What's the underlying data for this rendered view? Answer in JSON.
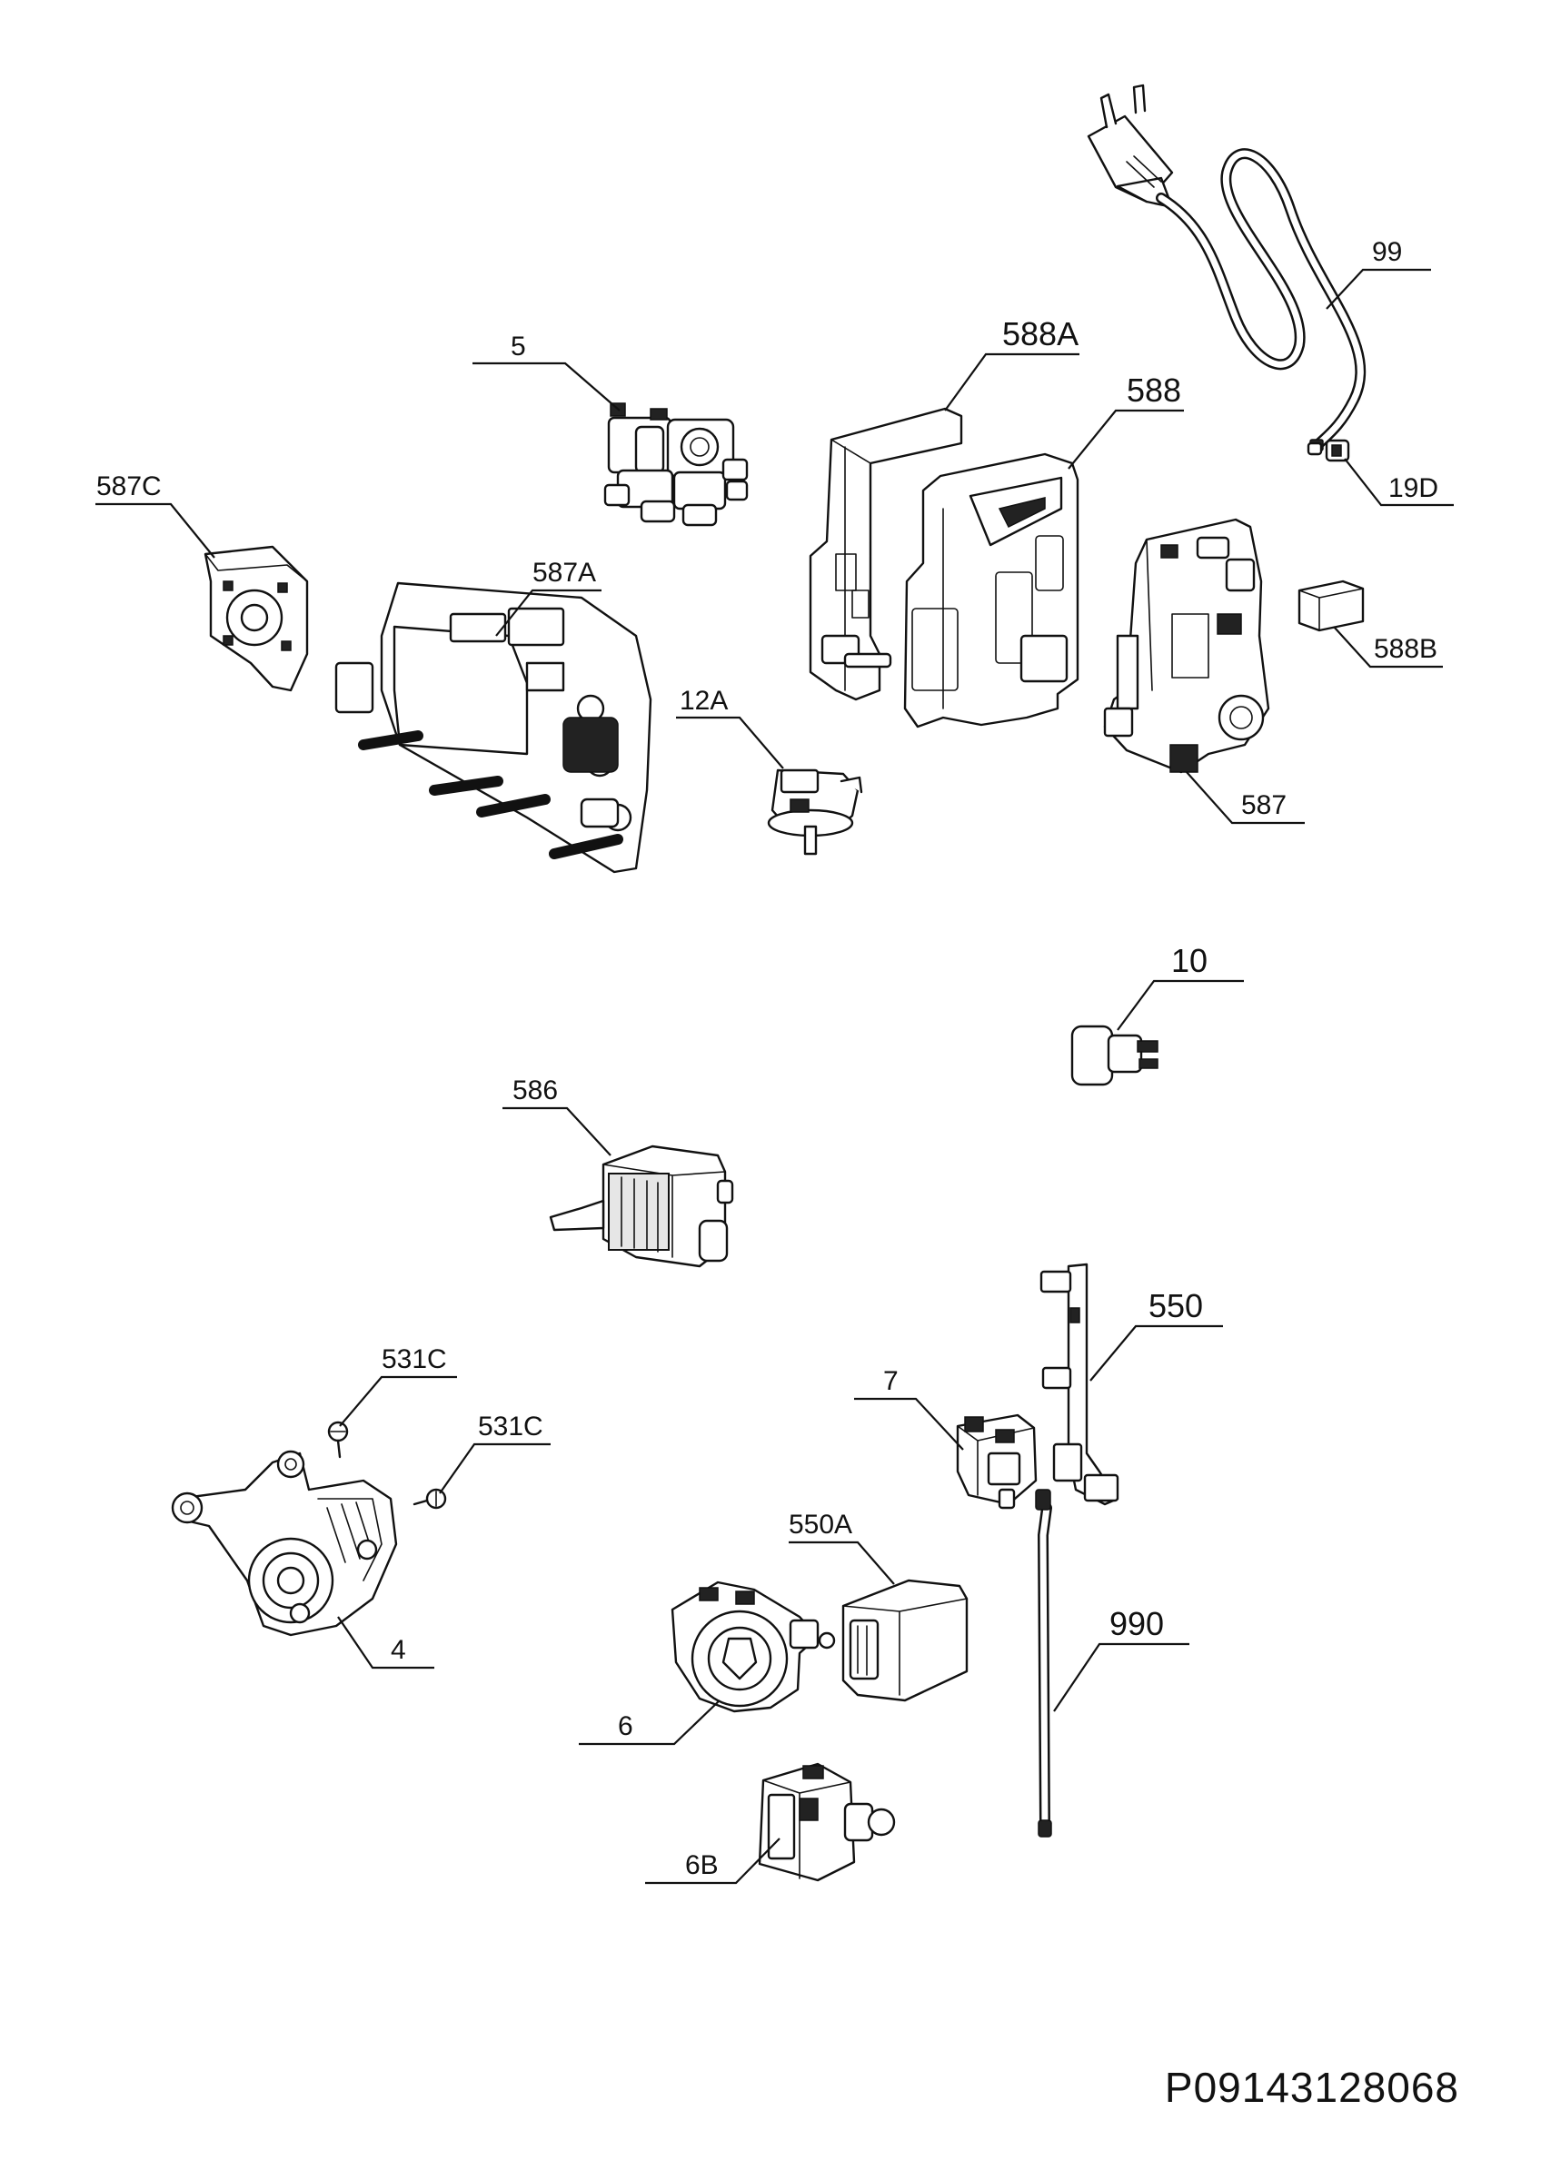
{
  "document_code": "P09143128068",
  "part_labels": {
    "p99": "99",
    "p5": "5",
    "p588A": "588A",
    "p588": "588",
    "p587C": "587C",
    "p587A": "587A",
    "p19D": "19D",
    "p588B": "588B",
    "p12A": "12A",
    "p587": "587",
    "p10": "10",
    "p586": "586",
    "p550": "550",
    "p531C_1": "531C",
    "p531C_2": "531C",
    "p7": "7",
    "p550A": "550A",
    "p990": "990",
    "p4": "4",
    "p6": "6",
    "p6B": "6B"
  }
}
